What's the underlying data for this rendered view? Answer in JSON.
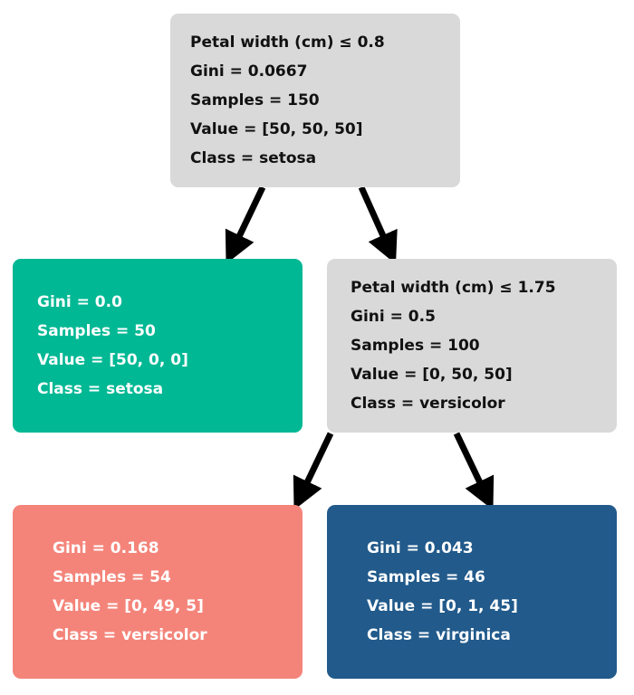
{
  "colors": {
    "gray": "#d9d9d9",
    "teal": "#00b894",
    "salmon": "#f4847a",
    "navy": "#215a8b",
    "arrow": "#000000"
  },
  "nodes": {
    "root": {
      "lines": [
        "Petal width (cm) ≤ 0.8",
        "Gini = 0.0667",
        "Samples = 150",
        "Value = [50, 50, 50]",
        "Class = setosa"
      ]
    },
    "left": {
      "lines": [
        "Gini = 0.0",
        "Samples = 50",
        "Value = [50, 0, 0]",
        "Class = setosa"
      ]
    },
    "right": {
      "lines": [
        "Petal width (cm) ≤ 1.75",
        "Gini = 0.5",
        "Samples = 100",
        "Value = [0, 50, 50]",
        "Class = versicolor"
      ]
    },
    "leaf_left": {
      "lines": [
        "Gini = 0.168",
        "Samples = 54",
        "Value = [0, 49, 5]",
        "Class = versicolor"
      ]
    },
    "leaf_right": {
      "lines": [
        "Gini = 0.043",
        "Samples = 46",
        "Value = [0, 1, 45]",
        "Class = virginica"
      ]
    }
  }
}
